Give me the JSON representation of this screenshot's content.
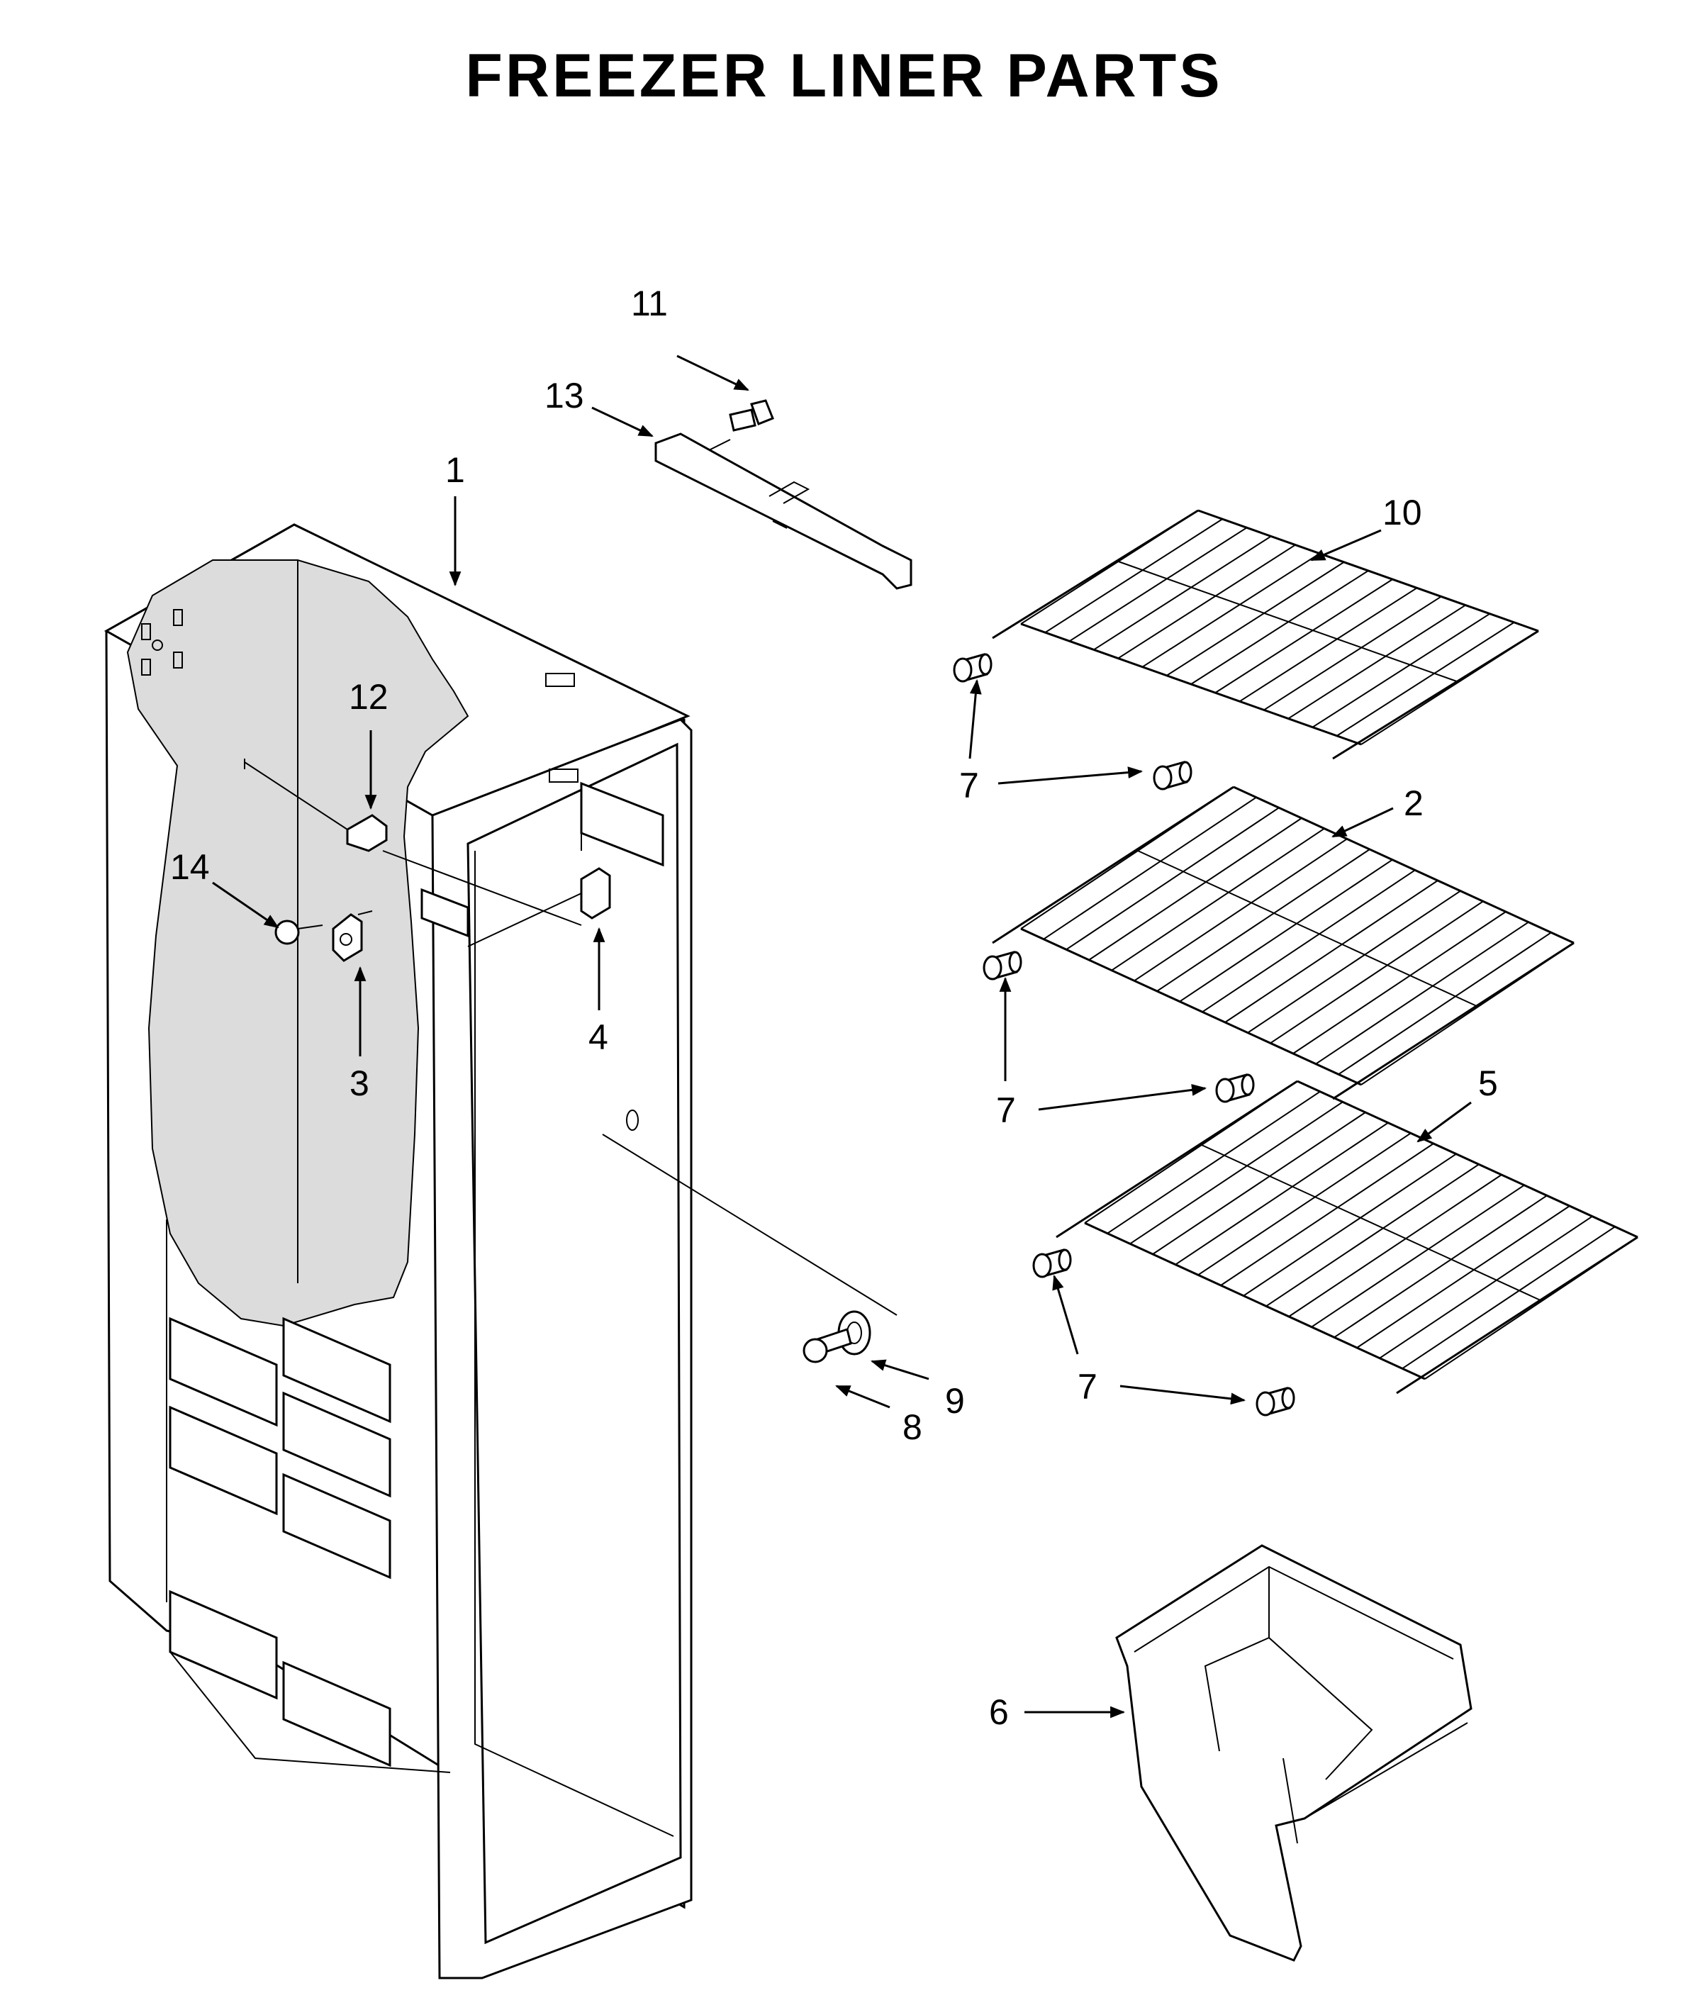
{
  "title": "FREEZER LINER PARTS",
  "callouts": {
    "c1": "1",
    "c2": "2",
    "c3": "3",
    "c4": "4",
    "c5": "5",
    "c6": "6",
    "c7a": "7",
    "c7b": "7",
    "c7c": "7",
    "c8": "8",
    "c9": "9",
    "c10": "10",
    "c11": "11",
    "c12": "12",
    "c13": "13",
    "c14": "14"
  }
}
